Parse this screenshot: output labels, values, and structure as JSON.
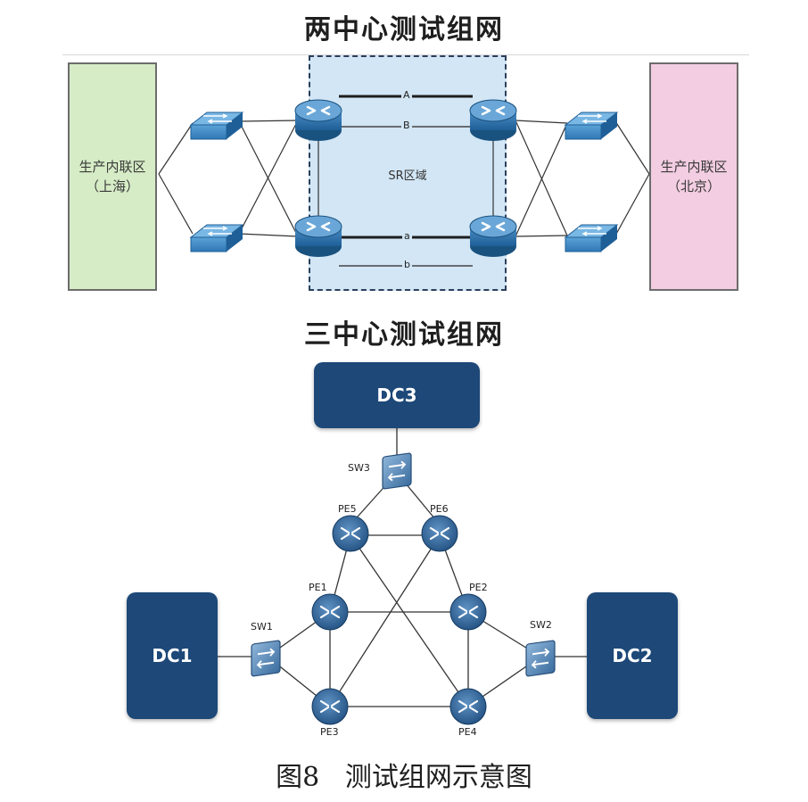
{
  "top": {
    "title": "两中心测试组网",
    "left_zone": {
      "line1": "生产内联区",
      "line2": "（上海）"
    },
    "right_zone": {
      "line1": "生产内联区",
      "line2": "（北京）"
    },
    "sr_domain_label": "SR区域",
    "link_labels": {
      "top_a": "A",
      "top_b": "B",
      "bottom_a": "a",
      "bottom_b": "b"
    }
  },
  "bottom": {
    "title": "三中心测试组网",
    "dc1": "DC1",
    "dc2": "DC2",
    "dc3": "DC3",
    "sw1": "SW1",
    "sw2": "SW2",
    "sw3": "SW3",
    "pe1": "PE1",
    "pe2": "PE2",
    "pe3": "PE3",
    "pe4": "PE4",
    "pe5": "PE5",
    "pe6": "PE6"
  },
  "caption": "图8   测试组网示意图",
  "colors": {
    "left_zone_fill": "#d6ecc6",
    "right_zone_fill": "#f3cde1",
    "sr_domain_fill": "#d2e6f5",
    "dc_fill": "#1d4878",
    "device_blue": "#2f6fa6"
  }
}
